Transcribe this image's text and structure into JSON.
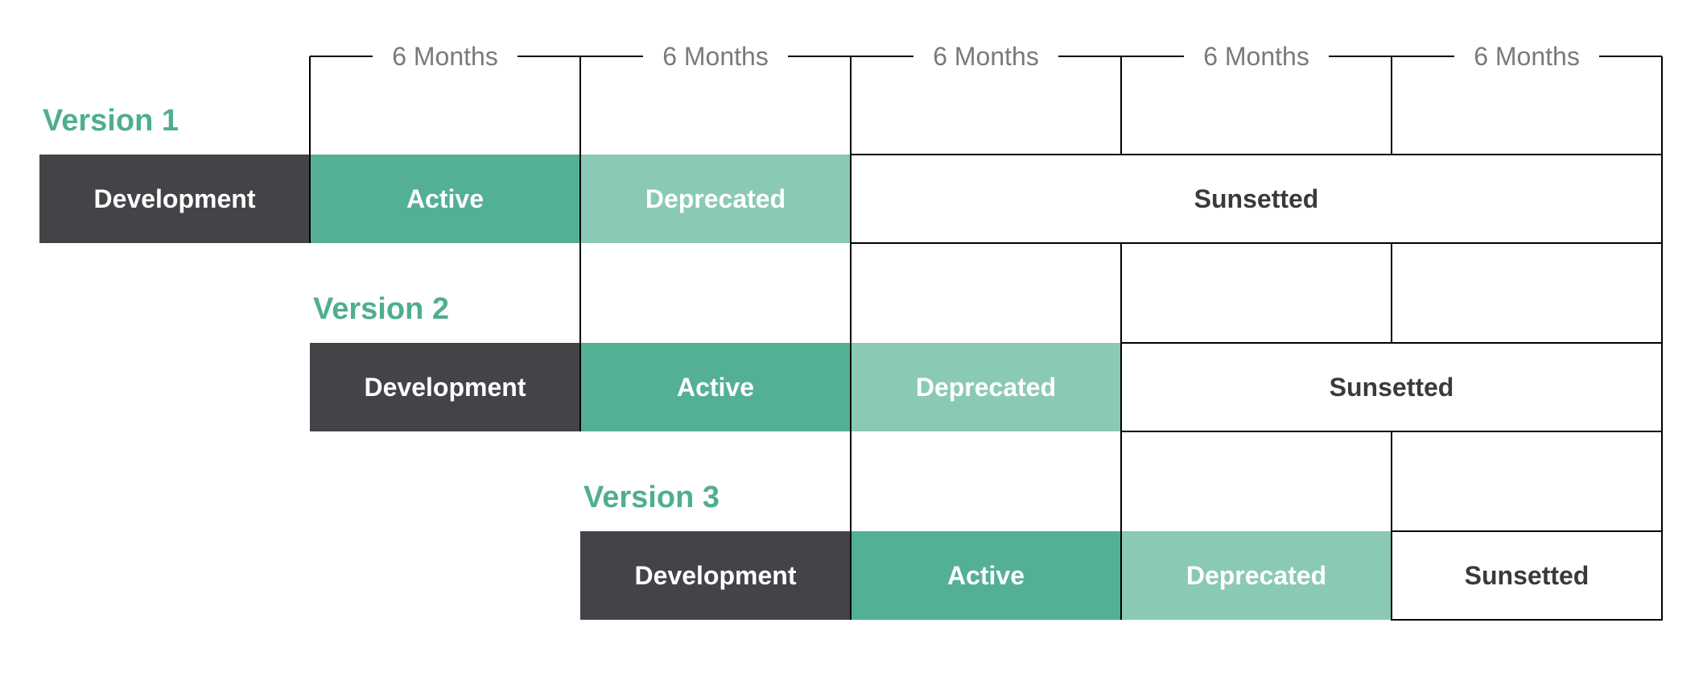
{
  "colors": {
    "development": "#434448",
    "active": "#53b095",
    "deprecated": "#8ac9b6",
    "sunsetted": "#ffffff",
    "version_title": "#4fae90",
    "light_text": "#ffffff",
    "dark_text": "#3a3a3a",
    "period_text": "#7a7a7a",
    "line": "#000000"
  },
  "timeline": {
    "periods": [
      "6 Months",
      "6 Months",
      "6 Months",
      "6 Months",
      "6 Months"
    ]
  },
  "versions": [
    {
      "title": "Version 1",
      "start_period": -1,
      "phases": [
        {
          "name": "Development",
          "kind": "development",
          "duration": 1
        },
        {
          "name": "Active",
          "kind": "active",
          "duration": 1
        },
        {
          "name": "Deprecated",
          "kind": "deprecated",
          "duration": 1
        },
        {
          "name": "Sunsetted",
          "kind": "sunsetted",
          "duration": 3
        }
      ]
    },
    {
      "title": "Version 2",
      "start_period": 0,
      "phases": [
        {
          "name": "Development",
          "kind": "development",
          "duration": 1
        },
        {
          "name": "Active",
          "kind": "active",
          "duration": 1
        },
        {
          "name": "Deprecated",
          "kind": "deprecated",
          "duration": 1
        },
        {
          "name": "Sunsetted",
          "kind": "sunsetted",
          "duration": 2
        }
      ]
    },
    {
      "title": "Version 3",
      "start_period": 1,
      "phases": [
        {
          "name": "Development",
          "kind": "development",
          "duration": 1
        },
        {
          "name": "Active",
          "kind": "active",
          "duration": 1
        },
        {
          "name": "Deprecated",
          "kind": "deprecated",
          "duration": 1
        },
        {
          "name": "Sunsetted",
          "kind": "sunsetted",
          "duration": 1
        }
      ]
    }
  ]
}
